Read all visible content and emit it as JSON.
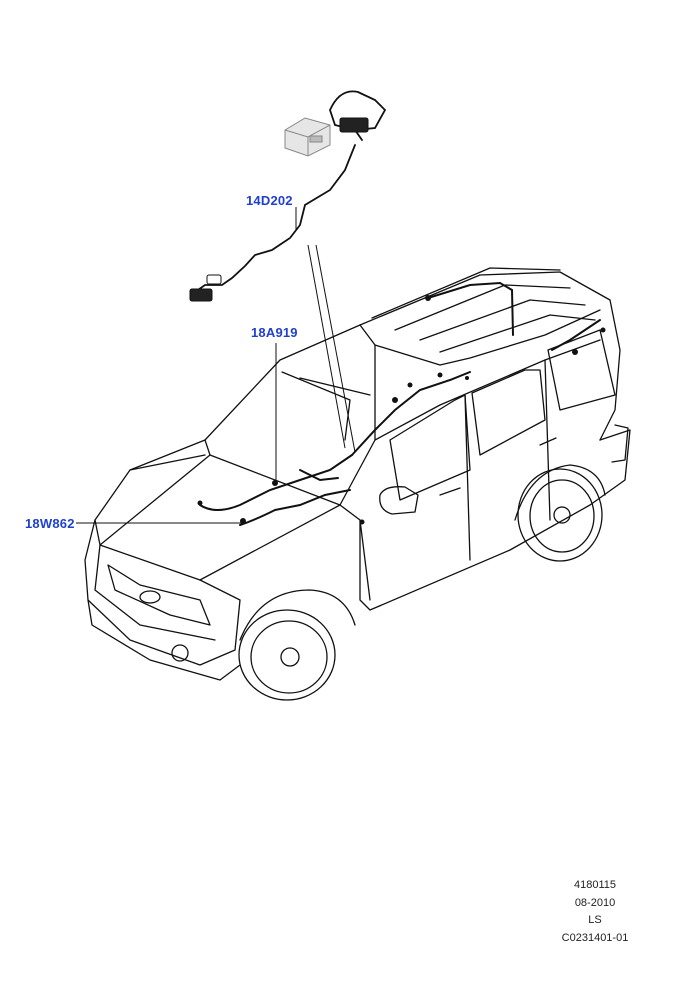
{
  "callouts": {
    "part_a": "14D202",
    "part_b": "18A919",
    "part_c": "18W862"
  },
  "reference": {
    "illustration_number": "4180115",
    "date": "08-2010",
    "model_code": "LS",
    "drawing_code": "C0231401-01"
  },
  "colors": {
    "callout_text": "#1f3fd0",
    "line_art": "#111111"
  }
}
